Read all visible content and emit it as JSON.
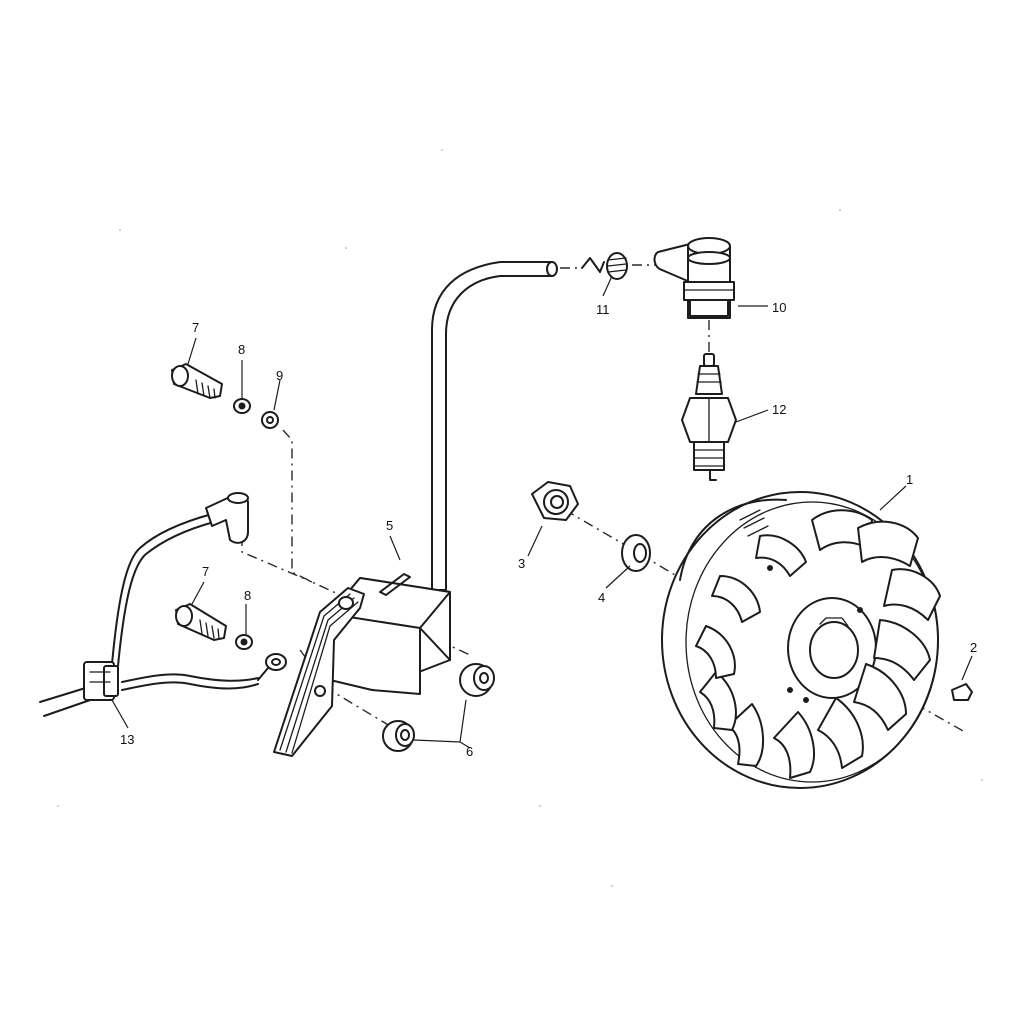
{
  "callouts": {
    "c1": "1",
    "c2": "2",
    "c3": "3",
    "c4": "4",
    "c5": "5",
    "c6": "6",
    "c7a": "7",
    "c7b": "7",
    "c8a": "8",
    "c8b": "8",
    "c9": "9",
    "c10": "10",
    "c11": "11",
    "c12": "12",
    "c13": "13"
  },
  "parts": {
    "flywheel": "flywheel",
    "woodruff_key": "key",
    "nut": "nut",
    "washer": "washer",
    "ignition_coil": "ignition coil",
    "spacers": "spacer",
    "bolt": "bolt",
    "lock_washer": "lock washer",
    "flat_washer": "washer",
    "spark_plug_cap": "spark plug cap",
    "spring": "spring",
    "spark_plug": "spark plug",
    "ignition_wire": "ignition wire"
  }
}
